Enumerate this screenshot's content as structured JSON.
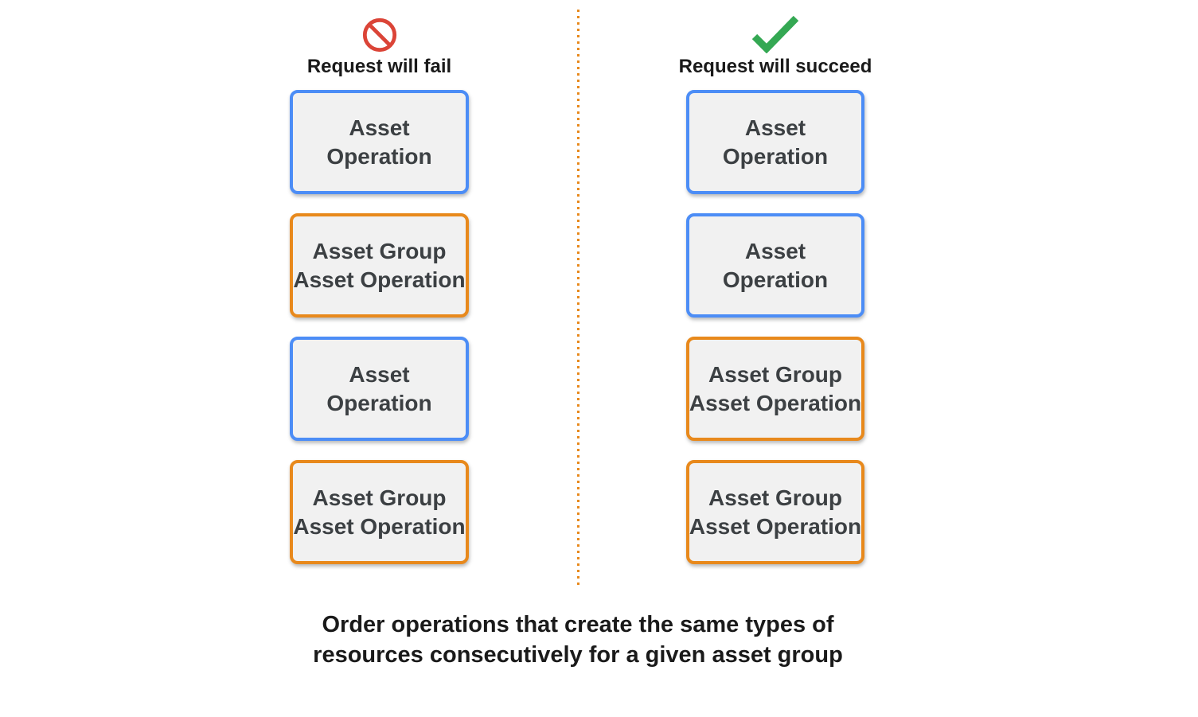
{
  "colors": {
    "blue_border": "#4C8DF6",
    "orange_border": "#E8891C",
    "box_fill": "#F1F1F1",
    "box_text": "#3C4043",
    "fail_icon_red": "#DB4437",
    "success_icon_green": "#34A853",
    "divider_orange": "#E8891C",
    "heading_text": "#1A1A1A"
  },
  "fail_column": {
    "icon": "prohibition-icon",
    "title": "Request will fail",
    "boxes": [
      {
        "type": "asset_operation",
        "line1": "Asset",
        "line2": "Operation"
      },
      {
        "type": "asset_group_asset_operation",
        "line1": "Asset Group",
        "line2": "Asset Operation"
      },
      {
        "type": "asset_operation",
        "line1": "Asset",
        "line2": "Operation"
      },
      {
        "type": "asset_group_asset_operation",
        "line1": "Asset Group",
        "line2": "Asset Operation"
      }
    ]
  },
  "success_column": {
    "icon": "checkmark-icon",
    "title": "Request will succeed",
    "boxes": [
      {
        "type": "asset_operation",
        "line1": "Asset",
        "line2": "Operation"
      },
      {
        "type": "asset_operation",
        "line1": "Asset",
        "line2": "Operation"
      },
      {
        "type": "asset_group_asset_operation",
        "line1": "Asset Group",
        "line2": "Asset Operation"
      },
      {
        "type": "asset_group_asset_operation",
        "line1": "Asset Group",
        "line2": "Asset Operation"
      }
    ]
  },
  "caption": {
    "line1": "Order operations that create the same types of",
    "line2": "resources consecutively for a given asset group"
  }
}
